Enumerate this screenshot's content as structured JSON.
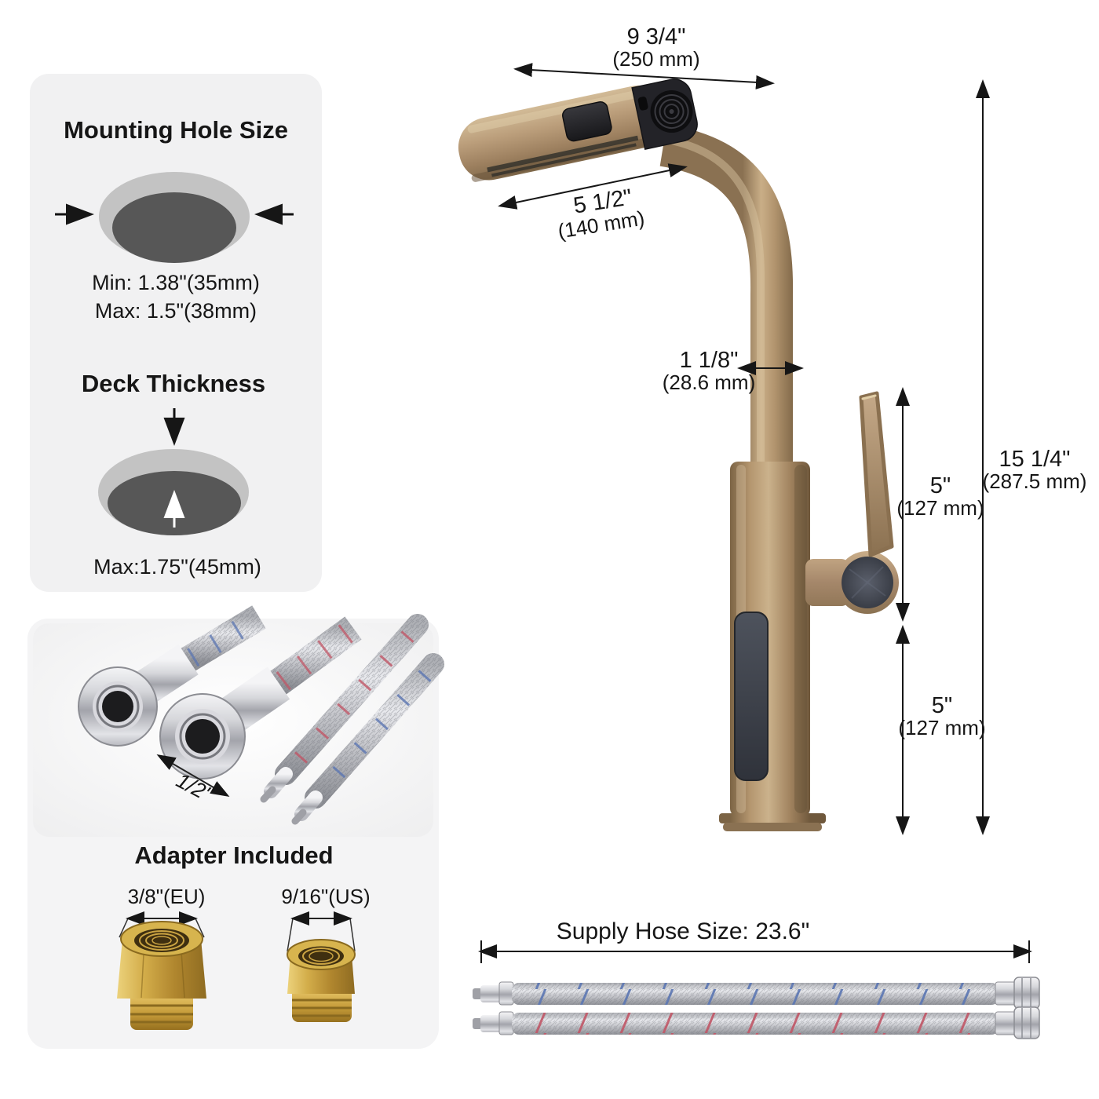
{
  "mounting_panel": {
    "title": "Mounting Hole Size",
    "min_size": "Min: 1.38\"(35mm)",
    "max_size": "Max: 1.5\"(38mm)"
  },
  "deck_panel": {
    "title": "Deck Thickness",
    "max_thickness": "Max:1.75\"(45mm)"
  },
  "adapter_panel": {
    "hose_thread_size": "1/2\"",
    "title": "Adapter Included",
    "adapters": [
      {
        "label": "3/8\"(EU)"
      },
      {
        "label": "9/16\"(US)"
      }
    ]
  },
  "dimensions": {
    "spout_reach_in": "9 3/4\"",
    "spout_reach_mm": "(250 mm)",
    "spout_length_in": "5 1/2\"",
    "spout_length_mm": "(140 mm)",
    "pipe_diameter_in": "1 1/8\"",
    "pipe_diameter_mm": "(28.6 mm)",
    "upper_body_in": "5\"",
    "upper_body_mm": "(127 mm)",
    "lower_body_in": "5\"",
    "lower_body_mm": "(127 mm)",
    "total_height_in": "15 1/4\"",
    "total_height_mm": "(287.5 mm)"
  },
  "supply_hose": {
    "title": "Supply Hose Size: 23.6\""
  },
  "colors": {
    "faucet_bronze": "#ac8e6b",
    "accent_black": "#1e1e22",
    "dial_graphite": "#474b54",
    "brass": "#c9a544",
    "steel": "#c6c7cb",
    "hose_stripe_blue": "#5b76b2",
    "hose_stripe_red": "#c05666",
    "panel_gray": "#f1f1f2",
    "dimension_line": "#161616"
  }
}
